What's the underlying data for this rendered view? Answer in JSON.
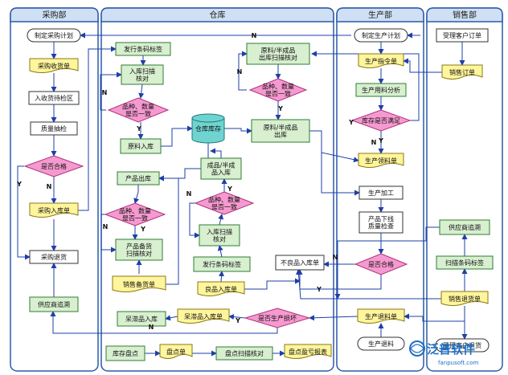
{
  "colors": {
    "lane_border": "#2b5aa8",
    "lane_header": "#cfe0f4",
    "lane_bg": "#ffffff",
    "process_fill": "#d8efd0",
    "process_border": "#2e7d32",
    "decision_fill": "#f59ad0",
    "decision_border": "#b0307a",
    "document_fill": "#fff59d",
    "document_border": "#8a7a10",
    "terminal_fill": "#ffffff",
    "plain_fill": "#ffffff",
    "database_fill": "#6fd3d0",
    "line": "#1f3fa8",
    "brand": "#1e6fc4"
  },
  "lanes": [
    {
      "id": "purchase",
      "title": "采购部"
    },
    {
      "id": "warehouse",
      "title": "仓库"
    },
    {
      "id": "production",
      "title": "生产部"
    },
    {
      "id": "sales",
      "title": "销售部"
    }
  ],
  "nodes": [
    {
      "id": "n01",
      "type": "terminal",
      "text": [
        "制定采购计划"
      ]
    },
    {
      "id": "n02",
      "type": "document",
      "text": [
        "采购收货单"
      ]
    },
    {
      "id": "n03",
      "type": "plain",
      "text": [
        "入收货待检区"
      ]
    },
    {
      "id": "n04",
      "type": "plain",
      "text": [
        "质量抽检"
      ]
    },
    {
      "id": "n05",
      "type": "decision",
      "text": [
        "是否合格"
      ]
    },
    {
      "id": "n06",
      "type": "document",
      "text": [
        "采购入库单"
      ]
    },
    {
      "id": "n07",
      "type": "plain",
      "text": [
        "采购退货"
      ]
    },
    {
      "id": "n08",
      "type": "process",
      "text": [
        "供应商追溯"
      ]
    },
    {
      "id": "n09",
      "type": "process",
      "text": [
        "发行条码标签"
      ]
    },
    {
      "id": "n10",
      "type": "process",
      "text": [
        "入库扫描",
        "核对"
      ]
    },
    {
      "id": "n11",
      "type": "decision",
      "text": [
        "品种、数量",
        "是否一致"
      ]
    },
    {
      "id": "n12",
      "type": "process",
      "text": [
        "原料入库"
      ]
    },
    {
      "id": "n13",
      "type": "database",
      "text": [
        "仓库库存"
      ]
    },
    {
      "id": "n14",
      "type": "process",
      "text": [
        "原料/半成品",
        "出库扫描核对"
      ]
    },
    {
      "id": "n15",
      "type": "decision",
      "text": [
        "品种、数量",
        "是否一致"
      ]
    },
    {
      "id": "n16",
      "type": "process",
      "text": [
        "原料/半成品",
        "出库"
      ]
    },
    {
      "id": "n17",
      "type": "process",
      "text": [
        "产品出库"
      ]
    },
    {
      "id": "n18",
      "type": "process",
      "text": [
        "成品/半成",
        "品入库"
      ]
    },
    {
      "id": "n19",
      "type": "decision",
      "text": [
        "品种、数量",
        "是否一致"
      ]
    },
    {
      "id": "n20",
      "type": "decision",
      "text": [
        "品种、数量",
        "是否一致"
      ]
    },
    {
      "id": "n21",
      "type": "process",
      "text": [
        "产品备货",
        "扫描核对"
      ]
    },
    {
      "id": "n22",
      "type": "document",
      "text": [
        "销售备货单"
      ]
    },
    {
      "id": "n23",
      "type": "process",
      "text": [
        "入库扫描",
        "核对"
      ]
    },
    {
      "id": "n24",
      "type": "process",
      "text": [
        "发行条码标签"
      ]
    },
    {
      "id": "n25",
      "type": "document",
      "text": [
        "良品入库单"
      ]
    },
    {
      "id": "n26",
      "type": "plain",
      "text": [
        "不良品入库单"
      ]
    },
    {
      "id": "n27",
      "type": "process",
      "text": [
        "呆滞品入库"
      ]
    },
    {
      "id": "n28",
      "type": "document",
      "text": [
        "呆滞品入库单"
      ]
    },
    {
      "id": "n29",
      "type": "decision",
      "text": [
        "是否生产损坏"
      ]
    },
    {
      "id": "n30",
      "type": "process",
      "text": [
        "库存盘点"
      ]
    },
    {
      "id": "n31",
      "type": "document",
      "text": [
        "盘点单"
      ]
    },
    {
      "id": "n32",
      "type": "process",
      "text": [
        "盘点扫描核对"
      ]
    },
    {
      "id": "n33",
      "type": "document",
      "text": [
        "盘点盈亏报表"
      ]
    },
    {
      "id": "n34",
      "type": "terminal",
      "text": [
        "制定生产计划"
      ]
    },
    {
      "id": "n35",
      "type": "document",
      "text": [
        "生产指令单"
      ]
    },
    {
      "id": "n36",
      "type": "process",
      "text": [
        "生产用料分析"
      ]
    },
    {
      "id": "n37",
      "type": "decision",
      "text": [
        "库存是否满足"
      ]
    },
    {
      "id": "n38",
      "type": "document",
      "text": [
        "生产领料单"
      ]
    },
    {
      "id": "n39",
      "type": "plain",
      "text": [
        "生产加工"
      ]
    },
    {
      "id": "n40",
      "type": "plain",
      "text": [
        "产品下线",
        "质量检查"
      ]
    },
    {
      "id": "n41",
      "type": "decision",
      "text": [
        "是否合格"
      ]
    },
    {
      "id": "n42",
      "type": "document",
      "text": [
        "生产退料单"
      ]
    },
    {
      "id": "n43",
      "type": "terminal",
      "text": [
        "生产退料"
      ]
    },
    {
      "id": "n44",
      "type": "plain",
      "text": [
        "受理客户订单"
      ]
    },
    {
      "id": "n45",
      "type": "document",
      "text": [
        "销售订单"
      ]
    },
    {
      "id": "n46",
      "type": "process",
      "text": [
        "供应商追溯"
      ]
    },
    {
      "id": "n47",
      "type": "process",
      "text": [
        "扫描条码标签"
      ]
    },
    {
      "id": "n48",
      "type": "document",
      "text": [
        "销售退货单"
      ]
    },
    {
      "id": "n49",
      "type": "terminal",
      "text": [
        "受理客户退货"
      ]
    }
  ],
  "edge_labels": [
    "N",
    "Y",
    "N",
    "Y",
    "N",
    "Y",
    "N",
    "Y",
    "N",
    "Y",
    "N",
    "Y",
    "N",
    "Y",
    "N",
    "Y",
    "N",
    "Y"
  ],
  "brand": {
    "name": "泛普软件",
    "url": "fanpusoft.com"
  }
}
